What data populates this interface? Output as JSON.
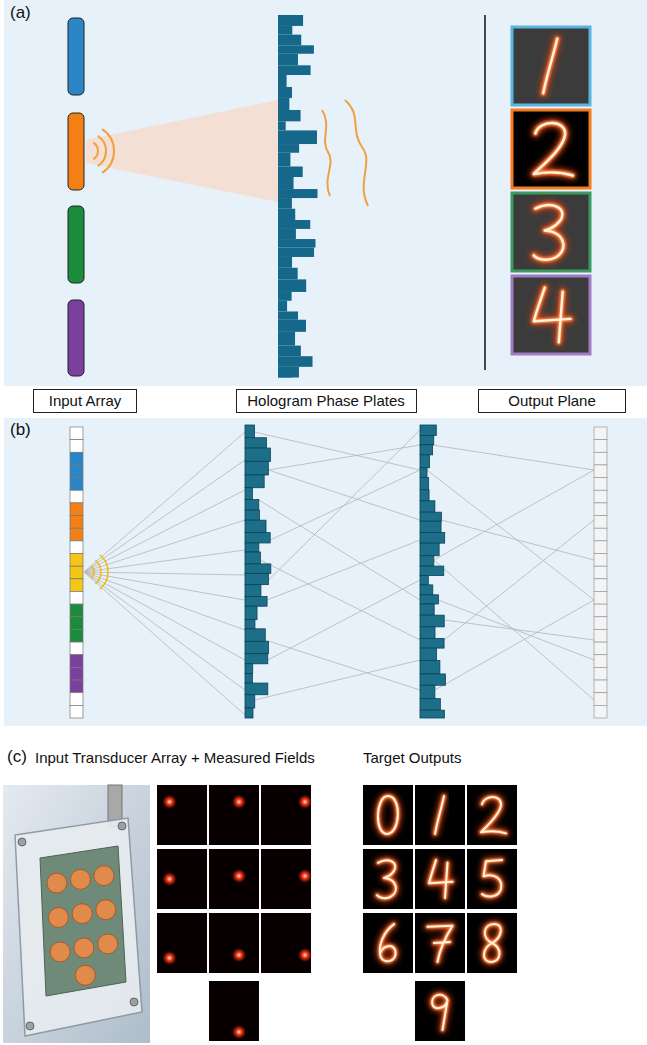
{
  "diagram": {
    "nodes": [
      {
        "text": [
          "Input Array"
        ]
      },
      {
        "text": [
          "Hologram Phase Plates"
        ]
      },
      {
        "text": [
          "Output Plane"
        ]
      }
    ],
    "labels": [
      "(a)",
      "(b)",
      "(c)",
      "Input Transducer Array + Measured Fields",
      "Target Outputs"
    ]
  }
}
